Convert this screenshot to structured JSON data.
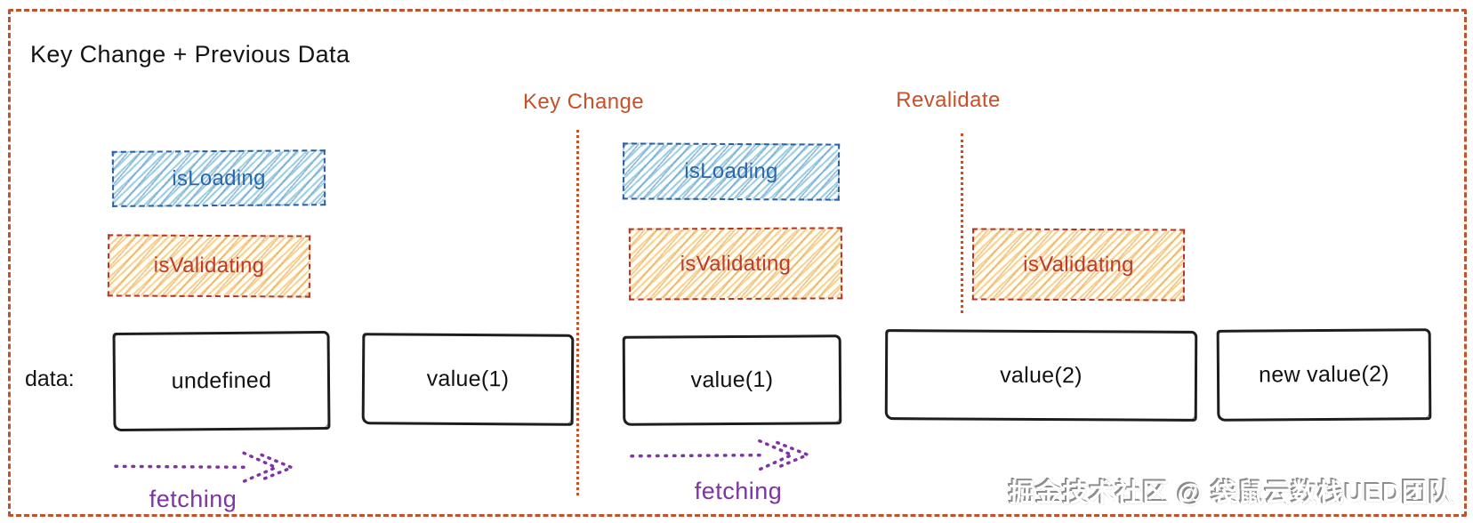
{
  "title": "Key Change + Previous Data",
  "annotations": {
    "key_change": "Key Change",
    "revalidate": "Revalidate"
  },
  "row_label": "data:",
  "badges": {
    "is_loading_1": "isLoading",
    "is_loading_2": "isLoading",
    "is_validating_1": "isValidating",
    "is_validating_2": "isValidating",
    "is_validating_3": "isValidating"
  },
  "data_states": {
    "state_1": "undefined",
    "state_2": "value(1)",
    "state_3": "value(1)",
    "state_4": "value(2)",
    "state_5": "new value(2)"
  },
  "process": {
    "fetching_1": "fetching",
    "fetching_2": "fetching"
  },
  "watermark": "掘金技术社区 @ 袋鼠云数栈UED团队",
  "colors": {
    "frame_border": "#c2512e",
    "annotation_text": "#c65029",
    "is_loading_text": "#2a67ad",
    "is_loading_border": "#2d5f9e",
    "is_loading_hatch": "#8bc6d8",
    "is_validating_text": "#bf3a2b",
    "is_validating_border": "#b23527",
    "is_validating_hatch": "#f4c678",
    "fetching": "#7c35a3",
    "data_box_border": "#1f1f1f",
    "title_text": "#141414"
  }
}
